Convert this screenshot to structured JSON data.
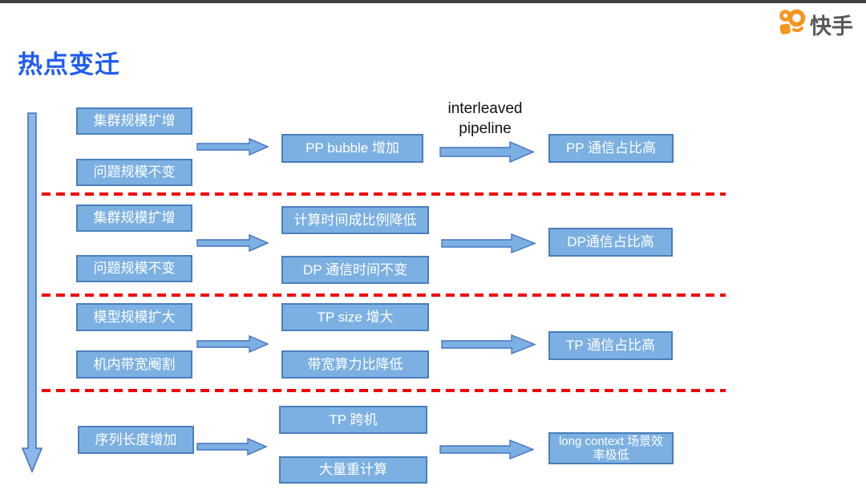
{
  "header": {
    "title": "热点变迁",
    "brand_name": "快手"
  },
  "colors": {
    "title_blue": "#1f5cf0",
    "box_fill": "#7cb0e2",
    "box_border": "#4a7ebd",
    "arrow_fill": "#7cb0e2",
    "arrow_border": "#4472c4",
    "divider_red": "#f40000",
    "brand_orange": "#f7941e",
    "brand_text_gray": "#595959",
    "top_bar": "#3f3f3f"
  },
  "diagram": {
    "rows": [
      {
        "causes": [
          "集群规模扩增",
          "问题规模不变"
        ],
        "middles": [
          "PP bubble 增加"
        ],
        "arrow_label": "interleaved pipeline",
        "result": "PP 通信占比高"
      },
      {
        "causes": [
          "集群规模扩增",
          "问题规模不变"
        ],
        "middles": [
          "计算时间成比例降低",
          "DP 通信时间不变"
        ],
        "result": "DP通信占比高"
      },
      {
        "causes": [
          "模型规模扩大",
          "机内带宽阉割"
        ],
        "middles": [
          "TP size 增大",
          "带宽算力比降低"
        ],
        "result": "TP 通信占比高"
      },
      {
        "causes": [
          "序列长度增加"
        ],
        "middles": [
          "TP 跨机",
          "大量重计算"
        ],
        "result": "long context 场景效率极低"
      }
    ]
  }
}
